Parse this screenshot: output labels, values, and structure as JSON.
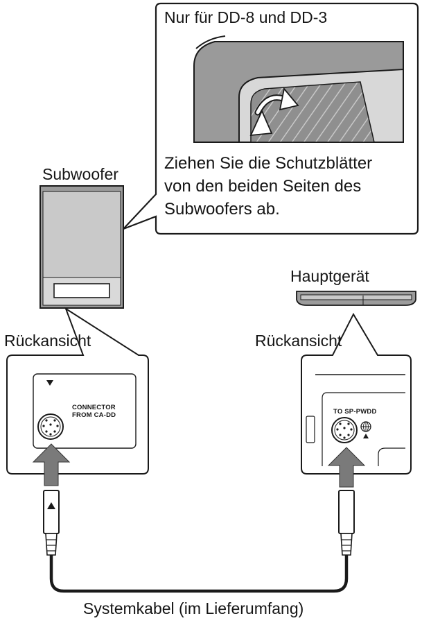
{
  "callout": {
    "title": "Nur für DD-8 und DD-3",
    "instruction_line1": "Ziehen Sie die Schutzblätter",
    "instruction_line2": "von den beiden Seiten des",
    "instruction_line3": "Subwoofers ab."
  },
  "subwoofer": {
    "label": "Subwoofer",
    "rear_view_label": "Rückansicht",
    "connector_label_line1": "CONNECTOR",
    "connector_label_line2": "FROM CA-DD"
  },
  "main_unit": {
    "label": "Hauptgerät",
    "rear_view_label": "Rückansicht",
    "connector_label": "TO SP-PWDD"
  },
  "cable": {
    "label": "Systemkabel (im Lieferumfang)"
  },
  "colors": {
    "line": "#1a1a1a",
    "panel_fill": "#ffffff",
    "device_gray": "#b9b9b9",
    "dark_gray": "#6e6e6e",
    "arrow_gray": "#7a7a7a"
  }
}
